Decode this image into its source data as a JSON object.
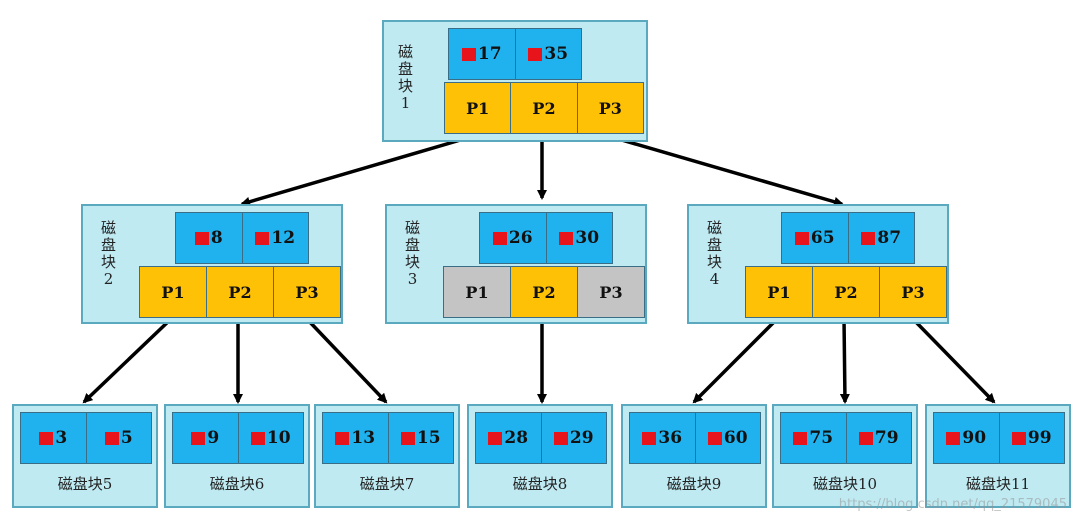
{
  "colors": {
    "block_bg": "#bfeaf2",
    "key_bg": "#1fb2ef",
    "pointer_active": "#ffc106",
    "pointer_inactive": "#c4c4c4",
    "marker": "#e8141c",
    "edge": "#000000"
  },
  "root": {
    "label": "磁\n盘\n块\n1",
    "keys": [
      "17",
      "35"
    ],
    "pointers": [
      {
        "label": "P1",
        "active": true
      },
      {
        "label": "P2",
        "active": true
      },
      {
        "label": "P3",
        "active": true
      }
    ]
  },
  "level2": [
    {
      "label": "磁\n盘\n块\n2",
      "keys": [
        "8",
        "12"
      ],
      "pointers": [
        {
          "label": "P1",
          "active": true
        },
        {
          "label": "P2",
          "active": true
        },
        {
          "label": "P3",
          "active": true
        }
      ]
    },
    {
      "label": "磁\n盘\n块\n3",
      "keys": [
        "26",
        "30"
      ],
      "pointers": [
        {
          "label": "P1",
          "active": false
        },
        {
          "label": "P2",
          "active": true
        },
        {
          "label": "P3",
          "active": false
        }
      ]
    },
    {
      "label": "磁\n盘\n块\n4",
      "keys": [
        "65",
        "87"
      ],
      "pointers": [
        {
          "label": "P1",
          "active": true
        },
        {
          "label": "P2",
          "active": true
        },
        {
          "label": "P3",
          "active": true
        }
      ]
    }
  ],
  "leaves": [
    {
      "label": "磁盘块5",
      "keys": [
        "3",
        "5"
      ]
    },
    {
      "label": "磁盘块6",
      "keys": [
        "9",
        "10"
      ]
    },
    {
      "label": "磁盘块7",
      "keys": [
        "13",
        "15"
      ]
    },
    {
      "label": "磁盘块8",
      "keys": [
        "28",
        "29"
      ]
    },
    {
      "label": "磁盘块9",
      "keys": [
        "36",
        "60"
      ]
    },
    {
      "label": "磁盘块10",
      "keys": [
        "75",
        "79"
      ]
    },
    {
      "label": "磁盘块11",
      "keys": [
        "90",
        "99"
      ]
    }
  ],
  "watermark": "https://blog.csdn.net/qq_21579045"
}
